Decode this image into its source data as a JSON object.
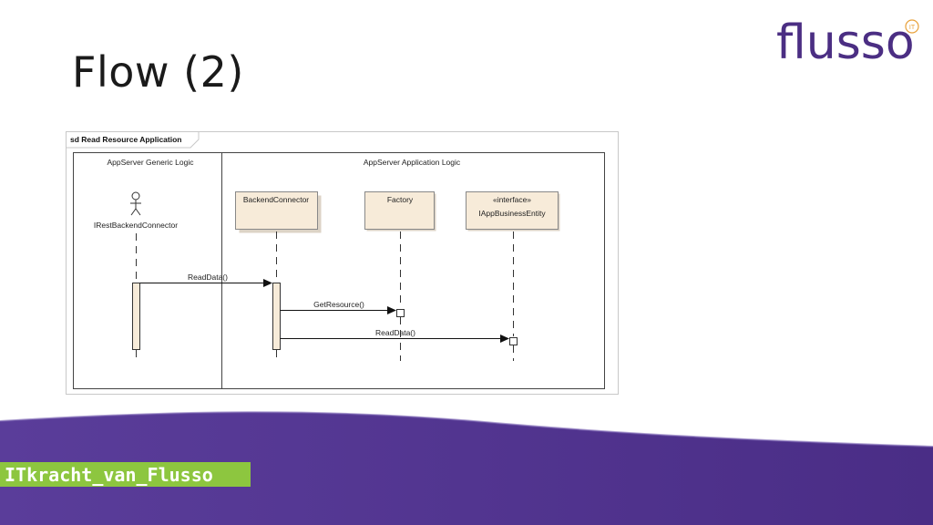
{
  "slide": {
    "title": "Flow (2)",
    "logo_text": "flusso",
    "logo_badge": "IT",
    "footer_tag": "ITkracht_van_Flusso"
  },
  "colors": {
    "brand_purple": "#4b2e83",
    "brand_green": "#8dc63f",
    "lifeline_box": "#f7ebd9"
  },
  "diagram": {
    "frame_label": "sd Read Resource Application",
    "partitions": [
      {
        "label": "AppServer Generic Logic"
      },
      {
        "label": "AppServer Application Logic"
      }
    ],
    "actor": {
      "name": "IRestBackendConnector",
      "icon": "actor-stick-figure"
    },
    "lifelines": [
      {
        "label": "BackendConnector"
      },
      {
        "label": "Factory"
      },
      {
        "stereotype": "«interface»",
        "label": "IAppBusinessEntity"
      }
    ],
    "messages": [
      {
        "label": "ReadData()",
        "from": "IRestBackendConnector",
        "to": "BackendConnector"
      },
      {
        "label": "GetResource()",
        "from": "BackendConnector",
        "to": "Factory"
      },
      {
        "label": "ReadData()",
        "from": "BackendConnector",
        "to": "IAppBusinessEntity"
      }
    ]
  }
}
